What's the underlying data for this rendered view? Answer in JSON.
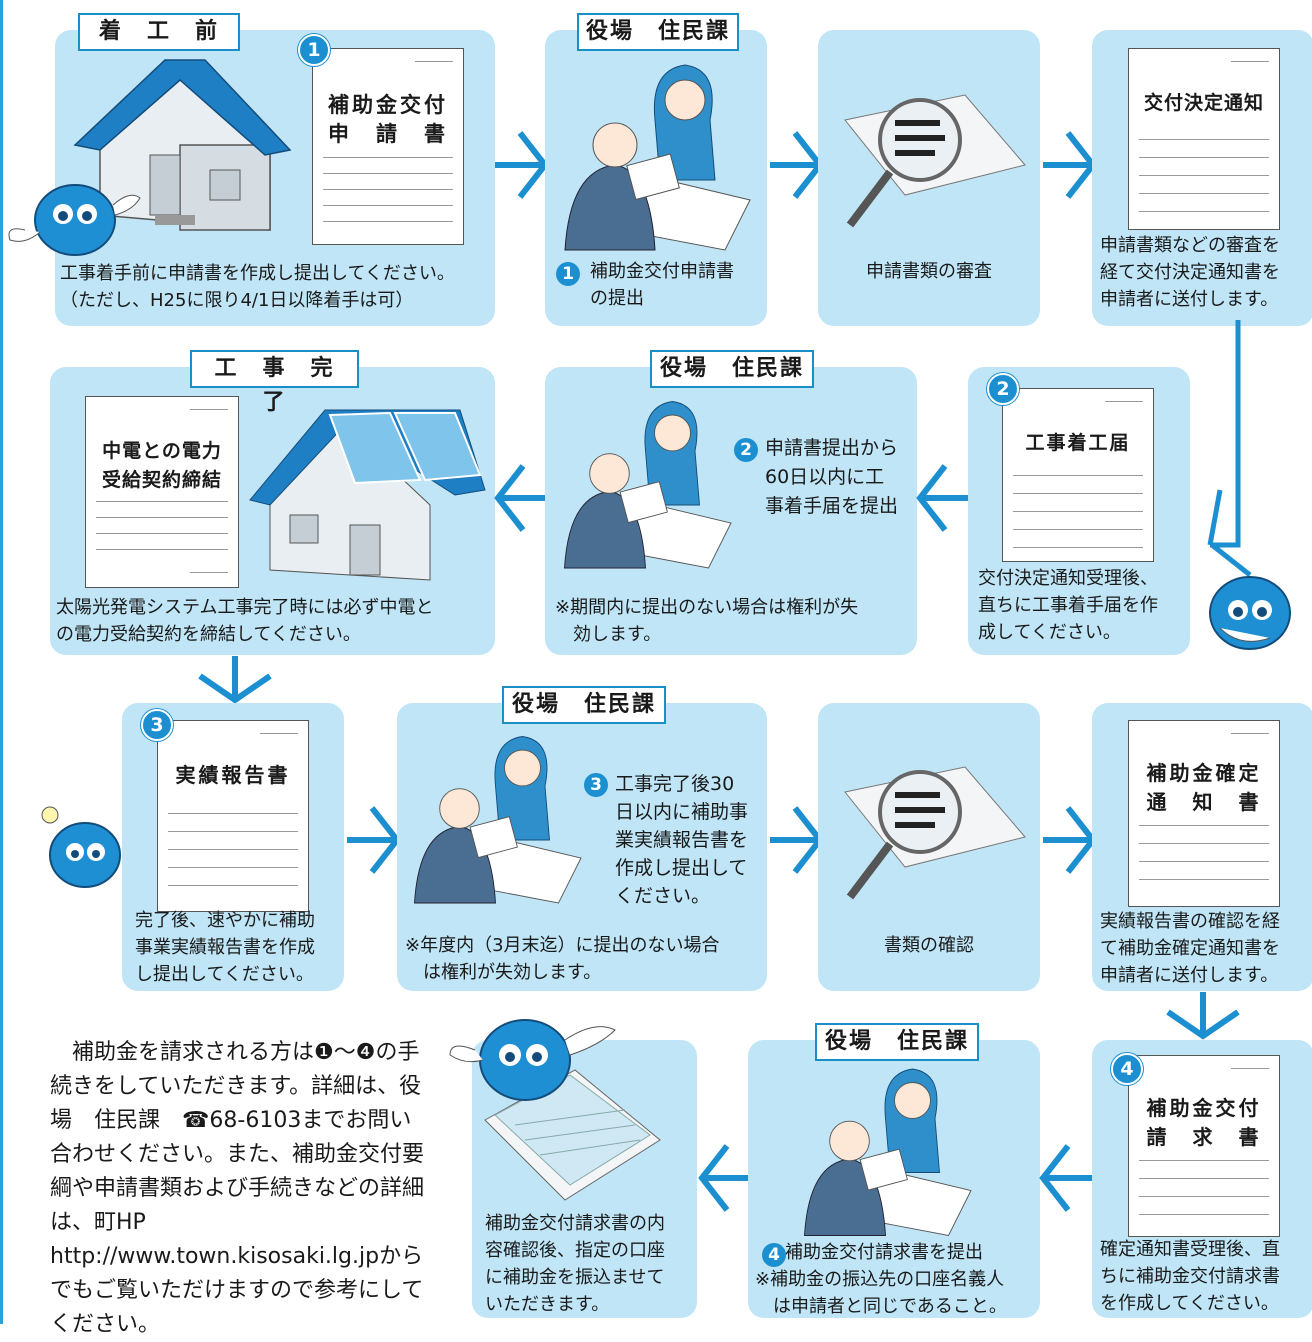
{
  "colors": {
    "panel": "#bfe5f6",
    "accent": "#1b8fd0",
    "arrow": "#1b8fd0"
  },
  "row1": {
    "step1": {
      "label": "着　工　前",
      "badge": "1",
      "doc_title": "補助金交付\n申　請　書",
      "caption": "工事着手前に申請書を作成し提出してください。\n（ただし、H25に限り4/1日以降着手は可）"
    },
    "step2": {
      "label": "役場　住民課",
      "badge": "1",
      "caption": "補助金交付申請書\nの提出"
    },
    "step3": {
      "caption": "申請書類の審査"
    },
    "step4": {
      "doc_title": "交付決定通知",
      "caption": "申請書類などの審査を\n経て交付決定通知書を\n申請者に送付します。"
    }
  },
  "row2": {
    "step1": {
      "label": "工　事　完　了",
      "doc_title": "中電との電力\n受給契約締結",
      "caption": "太陽光発電システム工事完了時には必ず中電と\nの電力受給契約を締結してください。"
    },
    "step2": {
      "label": "役場　住民課",
      "badge": "2",
      "text": "申請書提出から\n60日以内に工\n事着手届を提出",
      "caption": "※期間内に提出のない場合は権利が失\n　効します。"
    },
    "step3": {
      "badge": "2",
      "doc_title": "工事着工届",
      "caption": "交付決定通知受理後、\n直ちに工事着手届を作\n成してください。"
    }
  },
  "row3": {
    "step1": {
      "badge": "3",
      "doc_title": "実績報告書",
      "caption": "完了後、速やかに補助\n事業実績報告書を作成\nし提出してください。"
    },
    "step2": {
      "label": "役場　住民課",
      "badge": "3",
      "text": "工事完了後30\n日以内に補助事\n業実績報告書を\n作成し提出して\nください。",
      "caption": "※年度内（3月末迄）に提出のない場合\n　は権利が失効します。"
    },
    "step3": {
      "caption": "書類の確認"
    },
    "step4": {
      "doc_title": "補助金確定\n通　知　書",
      "caption": "実績報告書の確認を経\nて補助金確定通知書を\n申請者に送付します。"
    }
  },
  "row4": {
    "note": "　補助金を請求される方は❶～❹の手続きをしていただきます。詳細は、役場　住民課　☎68-6103までお問い合わせください。また、補助金交付要綱や申請書類および手続きなどの詳細は、町HP http://www.town.kisosaki.lg.jpからでもご覧いただけますので参考にしてください。",
    "step1": {
      "caption": "補助金交付請求書の内\n容確認後、指定の口座\nに補助金を振込ませて\nいただきます。"
    },
    "step2": {
      "label": "役場　住民課",
      "badge": "4",
      "caption": "補助金交付請求書を提出\n※補助金の振込先の口座名義人\n　は申請者と同じであること。"
    },
    "step3": {
      "badge": "4",
      "doc_title": "補助金交付\n請　求　書",
      "caption": "確定通知書受理後、直\nちに補助金交付請求書\nを作成してください。"
    }
  }
}
